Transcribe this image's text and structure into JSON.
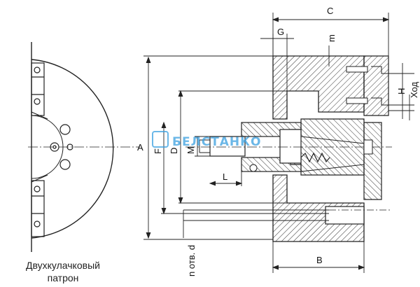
{
  "labels": {
    "A": "A",
    "B": "B",
    "C": "C",
    "D": "D",
    "F": "F",
    "G": "G",
    "H": "H",
    "L": "L",
    "M": "M",
    "m": "m",
    "stroke": "Ход",
    "holes": "n отв. d"
  },
  "caption": {
    "line1": "Двухкулачковый",
    "line2": "патрон"
  },
  "watermark": {
    "text": "БЕЛСТАНКО"
  },
  "colors": {
    "line": "#222222",
    "hatch": "#333333",
    "watermark": "#3aa0e0"
  }
}
